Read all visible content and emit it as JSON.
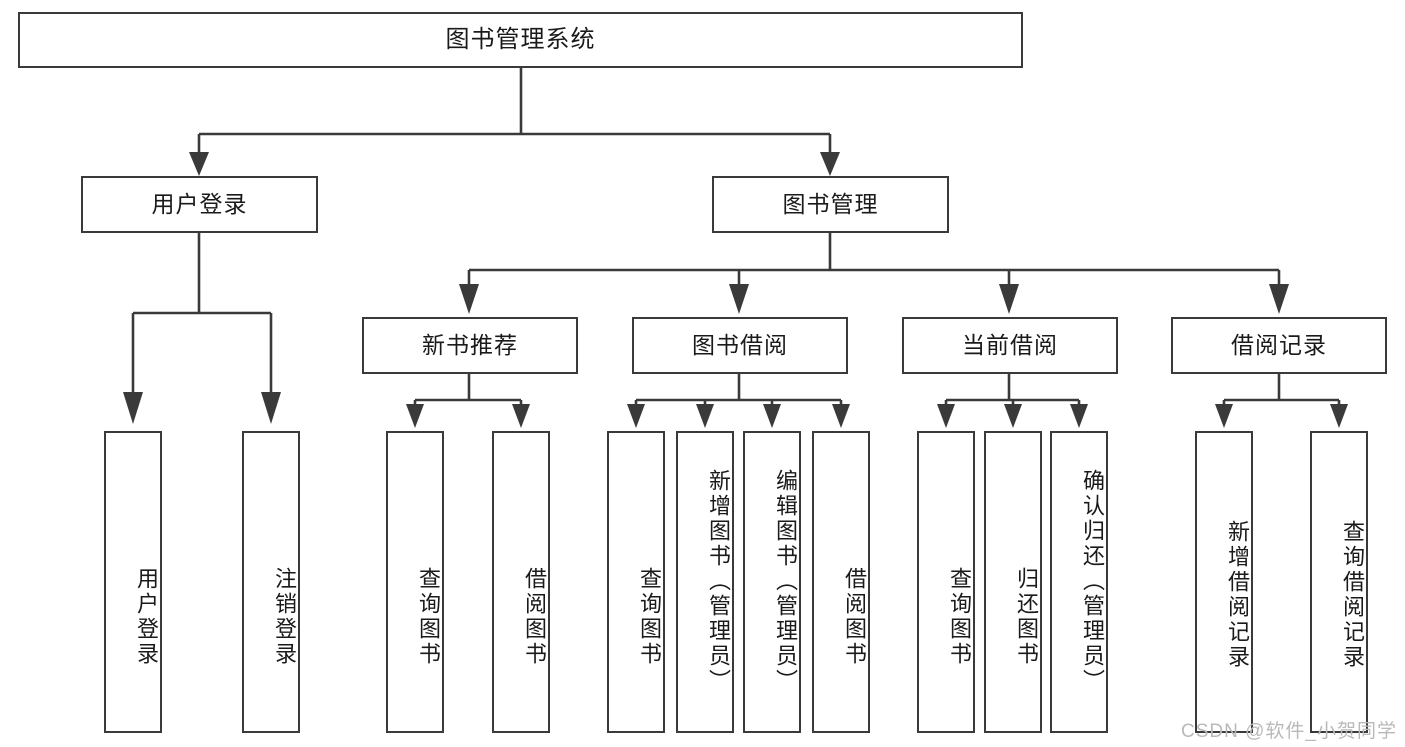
{
  "diagram": {
    "type": "tree-hierarchy",
    "title": "图书管理系统",
    "root": {
      "id": "root",
      "label": "图书管理系统",
      "orientation": "horizontal"
    },
    "level2": [
      {
        "id": "user-login",
        "label": "用户登录",
        "orientation": "horizontal"
      },
      {
        "id": "book-manage",
        "label": "图书管理",
        "orientation": "horizontal"
      }
    ],
    "level3": [
      {
        "id": "new-book-recommend",
        "label": "新书推荐",
        "orientation": "horizontal",
        "parent": "book-manage"
      },
      {
        "id": "book-borrow",
        "label": "图书借阅",
        "orientation": "horizontal",
        "parent": "book-manage"
      },
      {
        "id": "current-borrow",
        "label": "当前借阅",
        "orientation": "horizontal",
        "parent": "book-manage"
      },
      {
        "id": "borrow-record",
        "label": "借阅记录",
        "orientation": "horizontal",
        "parent": "book-manage"
      }
    ],
    "leaves": [
      {
        "id": "leaf-user-login",
        "label": "用户登录",
        "parent": "user-login"
      },
      {
        "id": "leaf-logout-login",
        "label": "注销登录",
        "parent": "user-login"
      },
      {
        "id": "leaf-query-book-1",
        "label": "查询图书",
        "parent": "new-book-recommend"
      },
      {
        "id": "leaf-borrow-book-1",
        "label": "借阅图书",
        "parent": "new-book-recommend"
      },
      {
        "id": "leaf-query-book-2",
        "label": "查询图书",
        "parent": "book-borrow"
      },
      {
        "id": "leaf-add-book",
        "label": "新增图书（管理员）",
        "parent": "book-borrow"
      },
      {
        "id": "leaf-edit-book",
        "label": "编辑图书（管理员）",
        "parent": "book-borrow"
      },
      {
        "id": "leaf-borrow-book-2",
        "label": "借阅图书",
        "parent": "book-borrow"
      },
      {
        "id": "leaf-query-book-3",
        "label": "查询图书",
        "parent": "current-borrow"
      },
      {
        "id": "leaf-return-book",
        "label": "归还图书",
        "parent": "current-borrow"
      },
      {
        "id": "leaf-confirm-return",
        "label": "确认归还（管理员）",
        "parent": "current-borrow"
      },
      {
        "id": "leaf-add-record",
        "label": "新增借阅记录",
        "parent": "borrow-record"
      },
      {
        "id": "leaf-query-record",
        "label": "查询借阅记录",
        "parent": "borrow-record"
      }
    ],
    "watermark": "CSDN @软件_小贺同学",
    "colors": {
      "stroke": "#3a3a3a",
      "background": "#ffffff",
      "text": "#1a1a1a",
      "watermark": "#b9b9b9"
    }
  }
}
